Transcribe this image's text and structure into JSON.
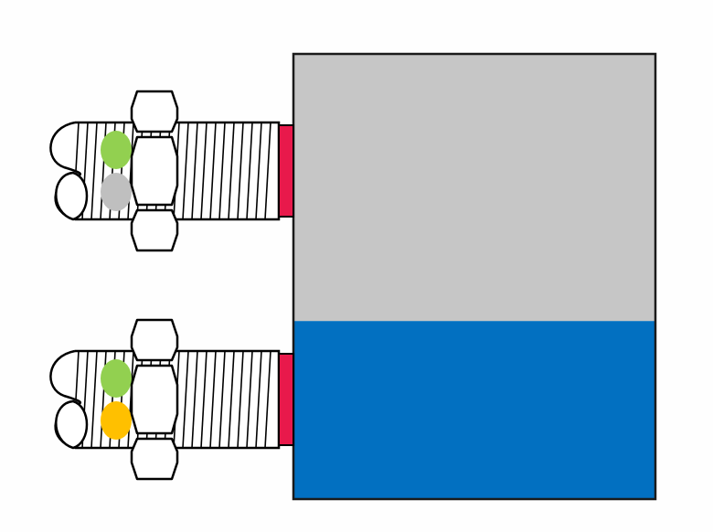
{
  "background": "#fefefe",
  "outline_color": "#000000",
  "tank": {
    "frame_color": "#1a1a1a",
    "empty_color": "#c6c6c6",
    "liquid_color": "#0270c1",
    "fill_level": 0.4
  },
  "sensors": [
    {
      "name": "upper-level-sensor",
      "indicators": [
        {
          "name": "power-indicator",
          "state": "on",
          "color": "#92d050"
        },
        {
          "name": "output-indicator",
          "state": "off",
          "color": "#bfbfbf"
        }
      ],
      "sensing_face_color": "#e8194b"
    },
    {
      "name": "lower-level-sensor",
      "indicators": [
        {
          "name": "power-indicator",
          "state": "on",
          "color": "#92d050"
        },
        {
          "name": "output-indicator",
          "state": "on",
          "color": "#ffc000"
        }
      ],
      "sensing_face_color": "#e8194b"
    }
  ],
  "sensor_body_color": "#ffffff",
  "nut_color": "#ffffff"
}
